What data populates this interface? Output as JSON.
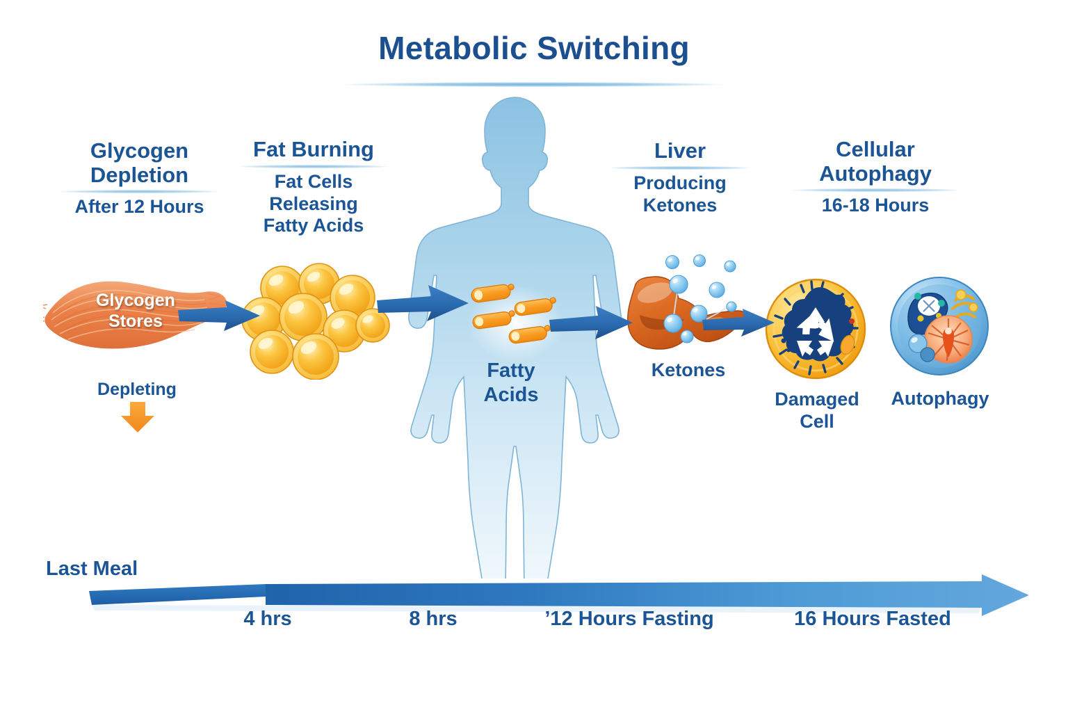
{
  "title": "Metabolic Switching",
  "stages": [
    {
      "id": "glycogen",
      "heading": "Glycogen",
      "heading2": "Depletion",
      "subheading": "After 12 Hours",
      "graphic_label": "Glycogen Stores",
      "status_label": "Depleting",
      "status_icon": "down-arrow-icon"
    },
    {
      "id": "fat-burning",
      "heading": "Fat Burning",
      "subheading_line1": "Fat Cells",
      "subheading_line2": "Releasing",
      "subheading_line3": "Fatty Acids"
    },
    {
      "id": "liver",
      "heading": "Liver",
      "subheading_line1": "Producing",
      "subheading_line2": "Ketones",
      "graphic_label": "Ketones"
    },
    {
      "id": "autophagy",
      "heading": "Cellular",
      "heading2": "Autophagy",
      "subheading": "16-18 Hours"
    }
  ],
  "body": {
    "fatty_acids_label_line1": "Fatty",
    "fatty_acids_label_line2": "Acids"
  },
  "cells": {
    "damaged_line1": "Damaged",
    "damaged_line2": "Cell",
    "autophagy": "Autophagy"
  },
  "timeline": {
    "start_label": "Last Meal",
    "ticks": [
      "4 hrs",
      "8 hrs",
      "’12 Hours Fasting",
      "16 Hours Fasted"
    ]
  },
  "colors": {
    "title_blue": "#1c4f8f",
    "text_blue": "#1b5596",
    "arrow_blue": "#2c6cb0",
    "accent_orange": "#f5921e",
    "muscle_orange": "#ef8a52",
    "fat_yellow": "#fbbf3f",
    "liver_brown": "#d4601f",
    "ketone_blue": "#7ec3ee",
    "body_blue": "#8fc4e3",
    "timeline_blue": "#2f79c0"
  }
}
